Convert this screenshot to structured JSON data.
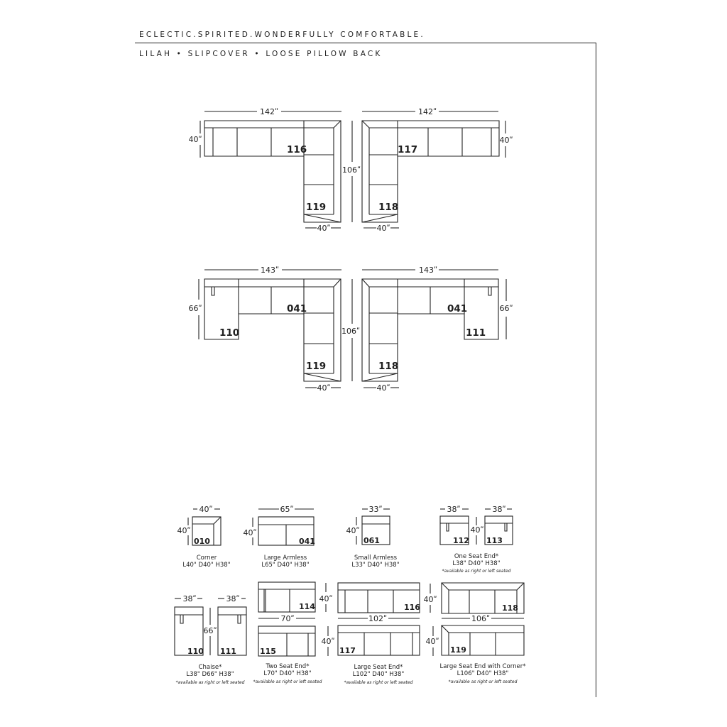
{
  "header": {
    "tagline": "ECLECTIC.SPIRITED.WONDERFULLY COMFORTABLE.",
    "subtitle": "LILAH • SLIPCOVER • LOOSE PILLOW BACK"
  },
  "dims": {
    "d142": "142ʺ",
    "d143": "143ʺ",
    "d40": "40ʺ",
    "d66": "66ʺ",
    "d106": "106ʺ",
    "d65": "65ʺ",
    "d33": "33ʺ",
    "d38": "38ʺ",
    "d70": "70ʺ",
    "d102": "102ʺ",
    "d40q": "40”"
  },
  "codes": {
    "c116": "116",
    "c117": "117",
    "c118": "118",
    "c119": "119",
    "c041": "041",
    "c110": "110",
    "c111": "111",
    "c010": "010",
    "c061": "061",
    "c112": "112",
    "c113": "113",
    "c114": "114",
    "c115": "115"
  },
  "pieces": {
    "corner": {
      "name": "Corner",
      "dims": "L40\"  D40\"  H38\""
    },
    "large_armless": {
      "name": "Large Armless",
      "dims": "L65\"  D40\"  H38\""
    },
    "small_armless": {
      "name": "Small Armless",
      "dims": "L33\"  D40\"  H38\""
    },
    "one_seat_end": {
      "name": "One Seat End*",
      "dims": "L38\"  D40\"  H38\"",
      "note": "*available as right or left seated"
    },
    "chaise": {
      "name": "Chaise*",
      "dims": "L38\"  D66\"  H38\"",
      "note": "*available as right or left seated"
    },
    "two_seat_end": {
      "name": "Two Seat End*",
      "dims": "L70\"  D40\"  H38\"",
      "note": "*available as right or left seated"
    },
    "large_seat_end": {
      "name": "Large Seat End*",
      "dims": "L102\"  D40\"  H38\"",
      "note": "*available as right or left seated"
    },
    "large_seat_end_corner": {
      "name": "Large Seat End with Corner*",
      "dims": "L106\"  D40\"  H38\"",
      "note": "*available as right or left seated"
    }
  }
}
